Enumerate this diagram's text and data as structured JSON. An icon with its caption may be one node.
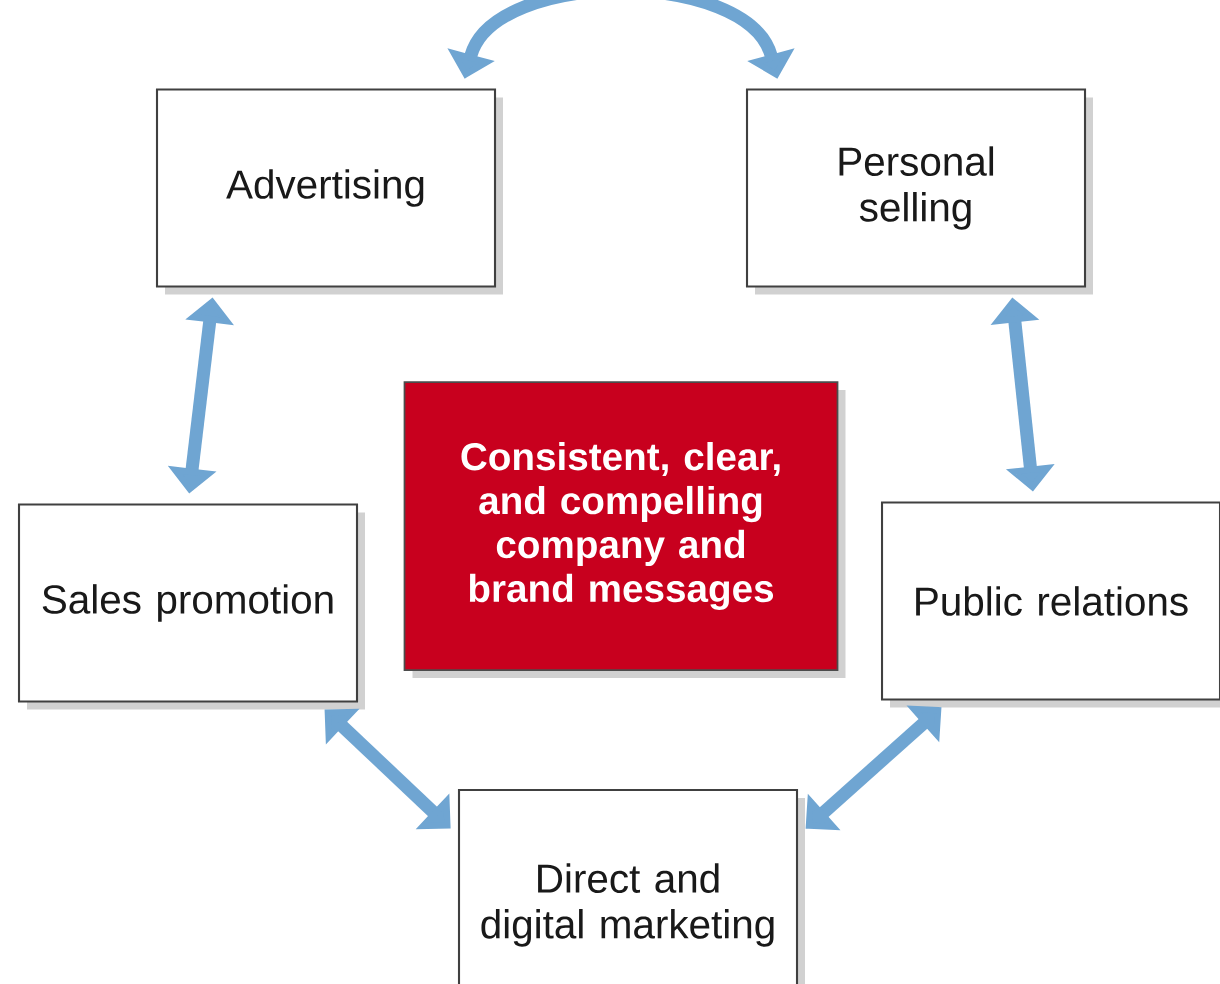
{
  "diagram": {
    "nodes": [
      {
        "text": [
          "Advertising"
        ]
      },
      {
        "text": [
          "Personal selling"
        ]
      },
      {
        "text": [
          "Consistent, clear, and compelling company and brand messages"
        ]
      },
      {
        "text": [
          "Sales promotion"
        ]
      },
      {
        "text": [
          "Public relations"
        ]
      },
      {
        "text": [
          "Direct and digital marketing"
        ]
      }
    ],
    "edges": [
      {
        "from": 0,
        "to": 1,
        "arrow": "both"
      },
      {
        "from": 0,
        "to": 3,
        "arrow": "both"
      },
      {
        "from": 1,
        "to": 4,
        "arrow": "both"
      },
      {
        "from": 3,
        "to": 5,
        "arrow": "both"
      },
      {
        "from": 4,
        "to": 5,
        "arrow": "both"
      }
    ]
  }
}
